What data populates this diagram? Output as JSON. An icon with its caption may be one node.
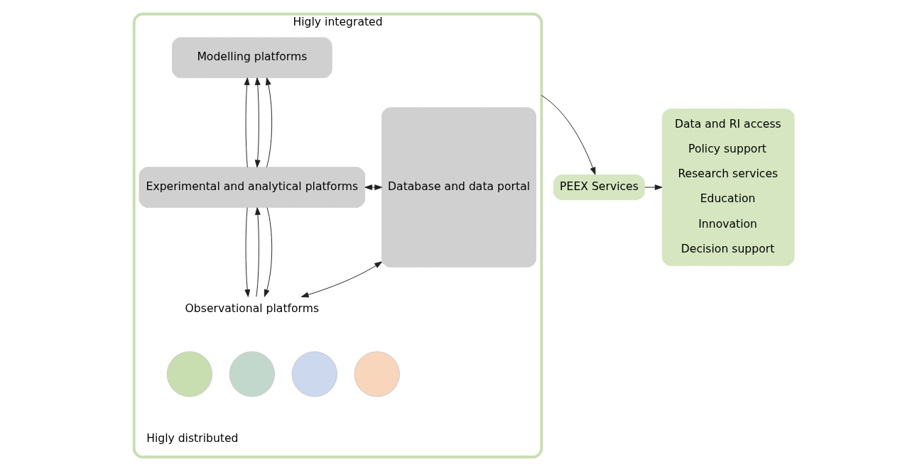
{
  "diagram": {
    "nodes": [
      {
        "text": [
          "Higly integrated"
        ],
        "beside": [
          "Higly distributed"
        ]
      },
      {
        "text": [
          "Database and data portal"
        ],
        "in": 0
      },
      {
        "text": [
          "Modelling platforms"
        ],
        "in": 0
      },
      {
        "text": [
          "Experimental and analytical platforms"
        ],
        "in": 0
      },
      {
        "text": [
          "Observational platforms"
        ],
        "in": 0
      },
      {
        "text": [],
        "shape": "circle",
        "in": 0
      },
      {
        "text": [],
        "shape": "circle",
        "in": 0
      },
      {
        "text": [],
        "shape": "circle",
        "in": 0
      },
      {
        "text": [],
        "shape": "circle",
        "in": 0
      },
      {
        "text": [
          "PEEX Services"
        ]
      },
      {
        "text": [
          "Data and RI access",
          "Policy support",
          "Research services",
          "Education",
          "Innovation",
          "Decision support"
        ]
      }
    ],
    "edges": [
      {
        "from": 1,
        "to": 3,
        "arrow": "both"
      },
      {
        "from": 1,
        "to": 4,
        "arrow": "both"
      },
      {
        "from": 3,
        "to": 2,
        "arrow": "to"
      },
      {
        "from": 2,
        "to": 3,
        "arrow": "both"
      },
      {
        "from": 3,
        "to": 2,
        "arrow": "to"
      },
      {
        "from": 3,
        "to": 4,
        "arrow": "to"
      },
      {
        "from": 4,
        "to": 3,
        "arrow": "to"
      },
      {
        "from": 3,
        "to": 4,
        "arrow": "to"
      },
      {
        "from": 0,
        "to": 9,
        "arrow": "to"
      },
      {
        "from": 9,
        "to": 10,
        "arrow": "to"
      }
    ]
  }
}
